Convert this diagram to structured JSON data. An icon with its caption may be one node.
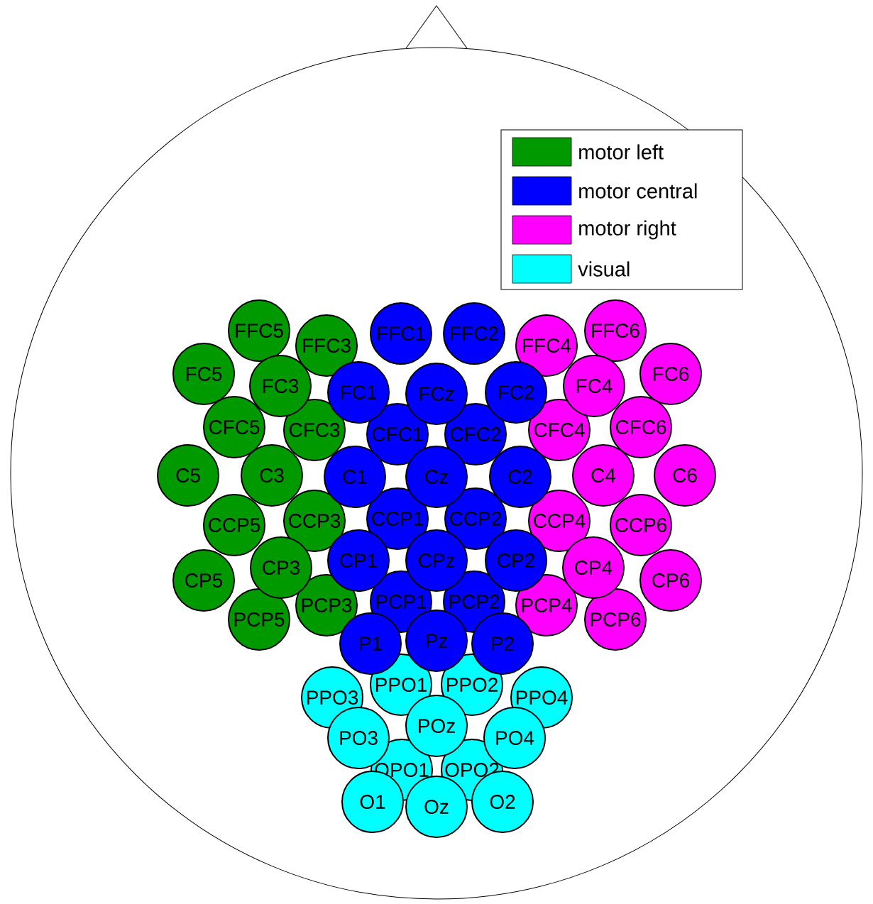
{
  "diagram": {
    "nodes": [
      {
        "text": [
          "FFC5"
        ]
      },
      {
        "text": [
          "FFC3"
        ]
      },
      {
        "text": [
          "FFC1"
        ]
      },
      {
        "text": [
          "FFC2"
        ]
      },
      {
        "text": [
          "FFC4"
        ]
      },
      {
        "text": [
          "FFC6"
        ]
      },
      {
        "text": [
          "FC5"
        ]
      },
      {
        "text": [
          "FC3"
        ]
      },
      {
        "text": [
          "FC1"
        ]
      },
      {
        "text": [
          "FCz"
        ]
      },
      {
        "text": [
          "FC2"
        ]
      },
      {
        "text": [
          "FC4"
        ]
      },
      {
        "text": [
          "FC6"
        ]
      },
      {
        "text": [
          "CFC5"
        ]
      },
      {
        "text": [
          "CFC3"
        ]
      },
      {
        "text": [
          "CFC1"
        ]
      },
      {
        "text": [
          "CFC2"
        ]
      },
      {
        "text": [
          "CFC4"
        ]
      },
      {
        "text": [
          "CFC6"
        ]
      },
      {
        "text": [
          "C5"
        ]
      },
      {
        "text": [
          "C3"
        ]
      },
      {
        "text": [
          "C1"
        ]
      },
      {
        "text": [
          "Cz"
        ]
      },
      {
        "text": [
          "C2"
        ]
      },
      {
        "text": [
          "C4"
        ]
      },
      {
        "text": [
          "C6"
        ]
      },
      {
        "text": [
          "CCP5"
        ]
      },
      {
        "text": [
          "CCP3"
        ]
      },
      {
        "text": [
          "CCP1"
        ]
      },
      {
        "text": [
          "CCP2"
        ]
      },
      {
        "text": [
          "CCP4"
        ]
      },
      {
        "text": [
          "CCP6"
        ]
      },
      {
        "text": [
          "CP5"
        ]
      },
      {
        "text": [
          "CP3"
        ]
      },
      {
        "text": [
          "CP1"
        ]
      },
      {
        "text": [
          "CPz"
        ]
      },
      {
        "text": [
          "CP2"
        ]
      },
      {
        "text": [
          "CP4"
        ]
      },
      {
        "text": [
          "CP6"
        ]
      },
      {
        "text": [
          "PCP5"
        ]
      },
      {
        "text": [
          "PCP3"
        ]
      },
      {
        "text": [
          "PCP1"
        ]
      },
      {
        "text": [
          "PCP2"
        ]
      },
      {
        "text": [
          "PCP4"
        ]
      },
      {
        "text": [
          "PCP6"
        ]
      },
      {
        "text": [
          "P1"
        ]
      },
      {
        "text": [
          "Pz"
        ]
      },
      {
        "text": [
          "P2"
        ]
      },
      {
        "text": [
          "PPO3"
        ]
      },
      {
        "text": [
          "PPO1"
        ]
      },
      {
        "text": [
          "PPO2"
        ]
      },
      {
        "text": [
          "PPO4"
        ]
      },
      {
        "text": [
          "PO3"
        ]
      },
      {
        "text": [
          "POz"
        ]
      },
      {
        "text": [
          "PO4"
        ]
      },
      {
        "text": [
          "OPO1"
        ]
      },
      {
        "text": [
          "OPO2"
        ]
      },
      {
        "text": [
          "O1"
        ]
      },
      {
        "text": [
          "Oz"
        ]
      },
      {
        "text": [
          "O2"
        ]
      }
    ],
    "legend": [
      {
        "text": "motor left",
        "color": "#009900"
      },
      {
        "text": "motor central",
        "color": "#0000ff"
      },
      {
        "text": "motor right",
        "color": "#ff00ff"
      },
      {
        "text": "visual",
        "color": "#00ffff"
      }
    ]
  }
}
